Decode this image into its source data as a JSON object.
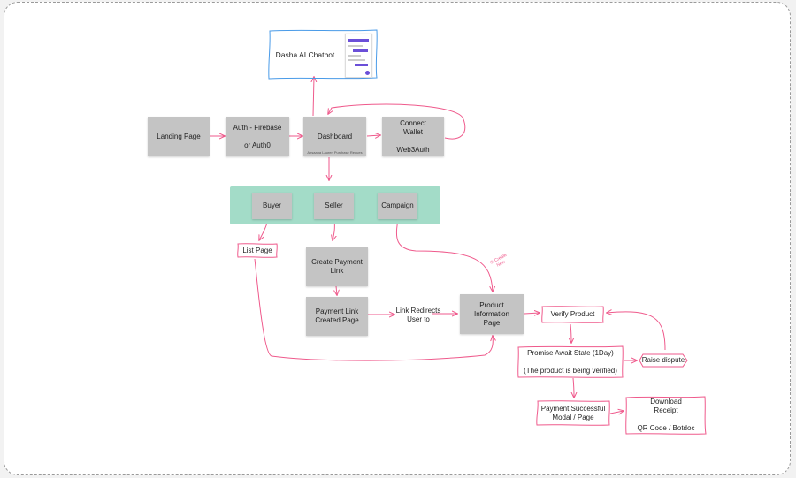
{
  "colors": {
    "connector": "#ef5a8c",
    "chatbot_outline": "#4a9be8",
    "band": "#a3dcc8",
    "box": "#c4c4c4",
    "accent": "#6b4fd8"
  },
  "nodes": {
    "chatbot": "Dasha AI Chatbot",
    "landing": "Landing Page",
    "auth": "Auth - Firebase\n\nor Auth0",
    "dashboard": "Dashboard",
    "dashboard_caption": "Ahsaaha Lauren Purchase Reques",
    "connect_wallet": "Connect\nWallet\n\nWeb3Auth",
    "buyer": "Buyer",
    "seller": "Seller",
    "campaign": "Campaign",
    "list_page": "List Page",
    "create_payment_link": "Create Payment\nLink",
    "payment_link_created": "Payment Link\nCreated Page",
    "link_redirects": "Link Redirects\nUser to",
    "product_info": "Product\nInformation\nPage",
    "verify_product": "Verify Product",
    "promise_await": "Promise Await State (1Day)\n\n(The product is being verified)",
    "raise_dispute": "Raise dispute",
    "payment_success": "Payment Successful\nModal / Page",
    "download_receipt": "Download\nReceipt\n\nQR Code / Botdoc",
    "handwritten_note": "③ Create\nNew"
  }
}
